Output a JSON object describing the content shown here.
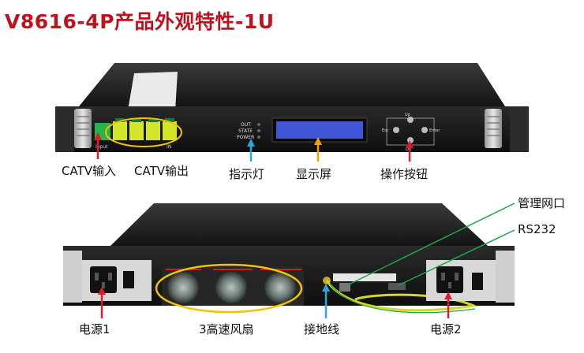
{
  "page": {
    "title": "V8616-4P产品外观特性-1U"
  },
  "front_panel": {
    "labels": {
      "catv_input": "CATV输入",
      "catv_output": "CATV输出",
      "indicator": "指示灯",
      "display": "显示屏",
      "buttons": "操作按钮"
    },
    "led_labels": [
      "OUT",
      "STATE",
      "POWER"
    ],
    "button_labels": {
      "up": "Up",
      "esc": "Esc",
      "enter": "Enter",
      "down": "Dn"
    },
    "port_labels": {
      "input": "Input",
      "in": "IN"
    }
  },
  "rear_panel": {
    "labels": {
      "power1": "电源1",
      "fans": "3高速风扇",
      "ground": "接地线",
      "power2": "电源2",
      "mgmt_port": "管理网口",
      "rs232": "RS232"
    }
  },
  "colors": {
    "title": "#c0111f",
    "arrow_red": "#e0192b",
    "arrow_blue": "#29a8e0",
    "arrow_orange": "#f5a100",
    "arrow_green": "#1aa64b",
    "ellipse_yellow": "#f3c200",
    "chassis": "#1e1e1e",
    "lcd": "#3f57d6"
  }
}
